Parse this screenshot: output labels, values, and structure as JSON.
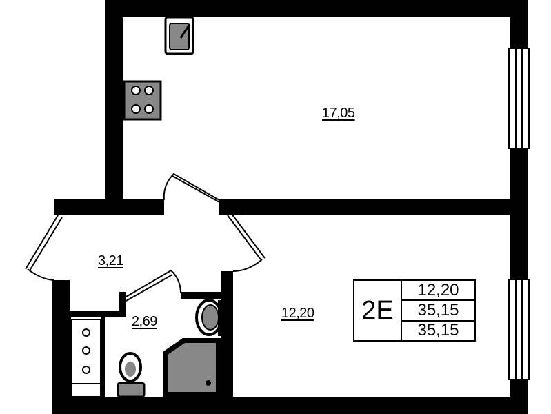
{
  "rooms": [
    {
      "name": "kitchen-living",
      "area": "17,05"
    },
    {
      "name": "bedroom",
      "area": "12,20"
    },
    {
      "name": "hallway",
      "area": "3,21"
    },
    {
      "name": "bathroom",
      "area": "2,69"
    }
  ],
  "apartment": {
    "code": "2E",
    "values": [
      "12,20",
      "35,15",
      "35,15"
    ]
  },
  "colors": {
    "wall": "#000000",
    "fixture": "#808080",
    "background": "#ffffff"
  }
}
